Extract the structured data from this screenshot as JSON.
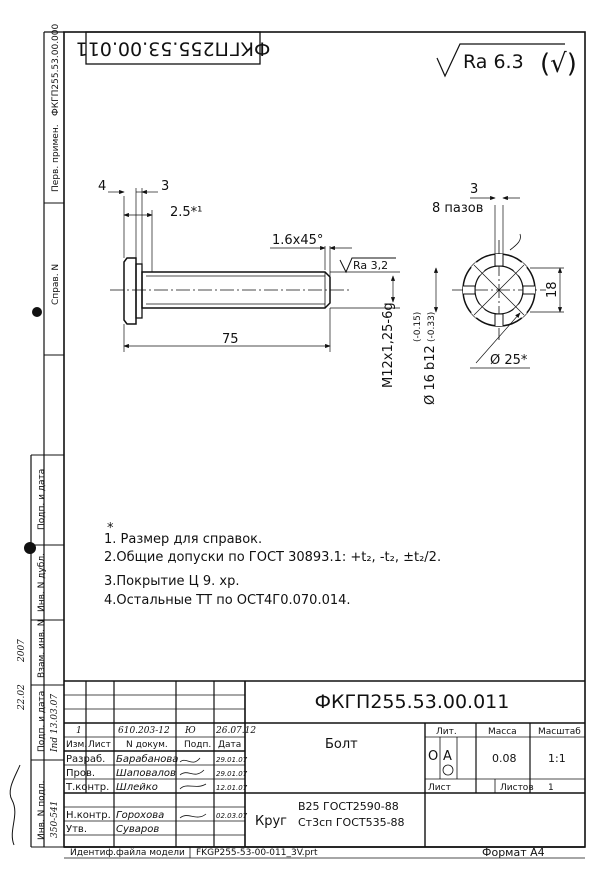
{
  "stamp_top": "ФКГП255.53.00.011",
  "roughness": {
    "general": "Ra 6.3",
    "surface": "Ra 3,2"
  },
  "side_margin": {
    "perv_primen": "Перв. примен.",
    "perv_code": "ФКГП255.53.00.000",
    "sprav_no": "Справ. N",
    "podp_data_1": "Подп. и дата",
    "inv_dubl": "Инв. N дубл.",
    "vzam_inv": "Взам. инв. N",
    "podp_data_2": "Подп. и дата",
    "inv_podl": "Инв. N подл.",
    "hw_1": "2007",
    "hw_2": "22.02",
    "hw_3": "Ind 13.03.07",
    "hw_4": "350-541"
  },
  "dimensions": {
    "d4": "4",
    "d3": "3",
    "d25": "2.5*¹",
    "chamfer": "1.6x45°",
    "len75": "75",
    "thread": "M12x1,25-6g",
    "dia16": "Ø 16 b12",
    "dia16_tol_up": "(-0.15)",
    "dia16_tol_dn": "(-0.33)",
    "slots_w": "3",
    "slots": "8 пазов",
    "dia25": "Ø 25*",
    "d18": "18"
  },
  "notes": [
    "1. Размер для справок.",
    "2.Общие допуски по ГОСТ 30893.1: +t₂, -t₂, ±t₂/2.",
    "3.Покрытие Ц 9. хр.",
    "4.Остальные ТТ по ОСТ4Г0.070.014."
  ],
  "note_star": "*",
  "title_block": {
    "designation": "ФКГП255.53.00.011",
    "name": "Болт",
    "material_1": "В25 ГОСТ2590-88",
    "material_2": "Ст3сп ГОСТ535-88",
    "material_prefix": "Круг",
    "col_lit": "Лит.",
    "col_massa": "Масса",
    "col_masshtab": "Масштаб",
    "lit_o": "О",
    "lit_a": "А",
    "massa": "0.08",
    "masshtab": "1:1",
    "list": "Лист",
    "listov": "Листов",
    "listov_val": "1",
    "rev_row": {
      "num": "1",
      "doc": "610.203-12",
      "sig": "Ю",
      "date": "26.07.12"
    },
    "head": {
      "izm": "Изм.",
      "list": "Лист",
      "ndoc": "N докум.",
      "podp": "Подп.",
      "data": "Дата"
    },
    "roles": [
      {
        "role": "Разраб.",
        "name": "Барабанова",
        "date": "29.01.07"
      },
      {
        "role": "Пров.",
        "name": "Шаповалов",
        "date": "29.01.07"
      },
      {
        "role": "Т.контр.",
        "name": "Шлейко",
        "date": "12.01.07"
      },
      {
        "role": "",
        "name": "",
        "date": ""
      },
      {
        "role": "Н.контр.",
        "name": "Горохова",
        "date": "02.03.07"
      },
      {
        "role": "Утв.",
        "name": "Суваров",
        "date": ""
      }
    ],
    "model_label": "Идентиф.файла модели",
    "model_file": "FKGP255-53-00-011_3V.prt",
    "format": "Формат  А4"
  }
}
